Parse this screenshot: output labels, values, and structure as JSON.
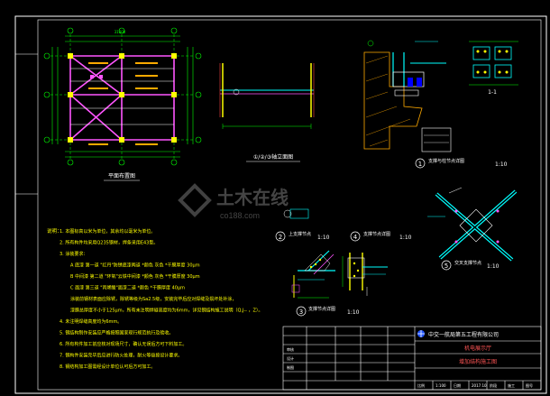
{
  "labels": {
    "plan_caption": "平面布置图",
    "elev_caption": "①/②/③轴立面图",
    "detail1_caption": "支撑与柱节点详图",
    "detail1_num": "1",
    "detail1_scale": "1:10",
    "section_1_1": "1-1",
    "detail2_caption": "上支撑节点",
    "detail2_num": "2",
    "detail2_scale": "1:10",
    "detail3_caption": "支撑节点详图",
    "detail3_num": "3",
    "detail3_scale": "1:10",
    "detail4_caption": "支撑节点详图",
    "detail4_num": "4",
    "detail4_scale": "1:10",
    "detail5_caption": "交叉支撑节点",
    "detail5_num": "5",
    "detail5_scale": "1:10",
    "dim_plan": "31000"
  },
  "notes": {
    "heading": "说明：",
    "lines": [
      "1. 本图标高以米为单位，其余均以毫米为单位。",
      "2. 所有构件均采用Q235钢材，焊条采用E43型。",
      "3. 涂装要求：",
      "A 底漆    第一道 \"红丹\"防锈底漆两道    *颜色  灰色  *干膜厚度 30μm",
      "B 中间漆  第二道 \"环氧\"云铁中间漆    *颜色  灰色  *干膜厚度 30μm",
      "C 面漆    第三道 \"丙烯酸\"面漆二道    *颜色       *干膜厚度 40μm",
      "涂装前钢材表面应除锈，除锈等级为Sa2.5级，安装完毕后应对焊缝及损坏处补涂，",
      "漆膜总厚度不小于125μm，所有未注明焊缝高度均为6mm，详见钢结构施工说明（Q,J-- ，Z）。",
      "4. 未注明焊缝高度均为6mm。",
      "5. 钢结构制作安装应严格按照国家现行规范执行及验收。",
      "6. 所有构件加工前应核对现场尺寸，确认无误后方可下料加工。",
      "7. 钢构件安装完毕后应进行防火处理，耐火等级按设计要求。",
      "8. 钢结构加工图需经设计单位认可后方可加工。"
    ]
  },
  "title_block": {
    "company": "中交一航局第五工程有限公司",
    "project": "机电展示厅",
    "drawing": "增加结构施工图",
    "row_labels": [
      "审核",
      "设计",
      "制图"
    ],
    "bottom_cells": [
      "比例",
      "1:100",
      "日期",
      "2017.10",
      "阶段",
      "施工",
      "图号"
    ]
  },
  "watermark": {
    "text": "土木在线",
    "sub": "co188.com"
  },
  "colors": {
    "background": "#000000",
    "frame": "#ffffff",
    "plan_grid": "#00ff00",
    "beam": "#ff55ff",
    "column": "#ffff00",
    "steel": "#00ffff",
    "dimension": "#00ff00",
    "text": "#ffffff",
    "note_text": "#ffff00",
    "concrete": "#ffaa00"
  }
}
